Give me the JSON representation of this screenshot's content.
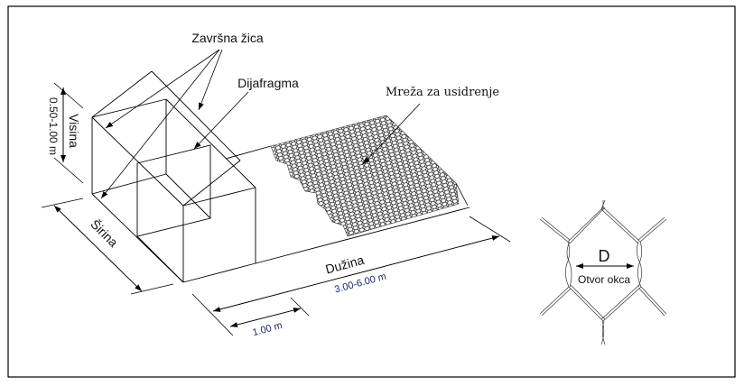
{
  "labels": {
    "zavrsna_zica": "Završna žica",
    "dijafragma": "Dijafragma",
    "mreza": "Mreža za usidrenje",
    "visina": "Visina",
    "visina_value": "0.50-1.00 m",
    "sirina": "Širina",
    "duzina": "Dužina",
    "duzina_value": "3.00-6.00 m",
    "diaphragm_spacing": "1.00 m",
    "mesh_d": "D",
    "mesh_opening": "Otvor okca"
  }
}
